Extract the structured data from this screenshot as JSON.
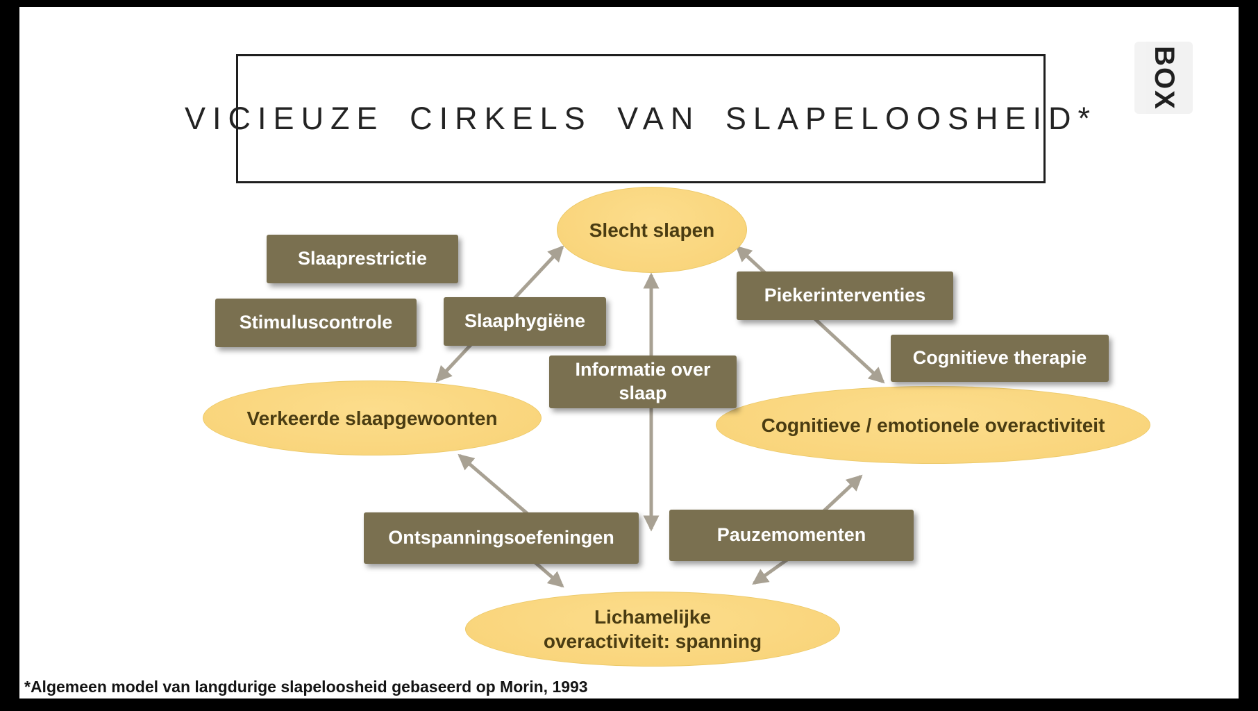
{
  "slide": {
    "title": "VICIEUZE CIRKELS VAN SLAPELOOSHEID*",
    "footnote": "*Algemeen model van langdurige slapeloosheid gebaseerd op Morin, 1993",
    "logo": "BOX"
  },
  "colors": {
    "rect_fill": "#7A7050",
    "ellipse_fill": "#F8D276",
    "arrow": "#A8A193",
    "frame": "#000000"
  },
  "nodes": {
    "slecht_slapen": "Slecht slapen",
    "slaaprestrictie": "Slaaprestrictie",
    "stimuluscontrole": "Stimuluscontrole",
    "slaaphygiene": "Slaaphygiëne",
    "piekerinterventies": "Piekerinterventies",
    "cognitieve_therapie": "Cognitieve therapie",
    "informatie_over_slaap": "Informatie over\nslaap",
    "verkeerde_slaapgewoonten": "Verkeerde slaapgewoonten",
    "cognitieve_emotionele": "Cognitieve / emotionele overactiviteit",
    "ontspanningsoefeningen": "Ontspanningsoefeningen",
    "pauzemomenten": "Pauzemomenten",
    "lichamelijke": "Lichamelijke\noveractiviteit: spanning"
  }
}
